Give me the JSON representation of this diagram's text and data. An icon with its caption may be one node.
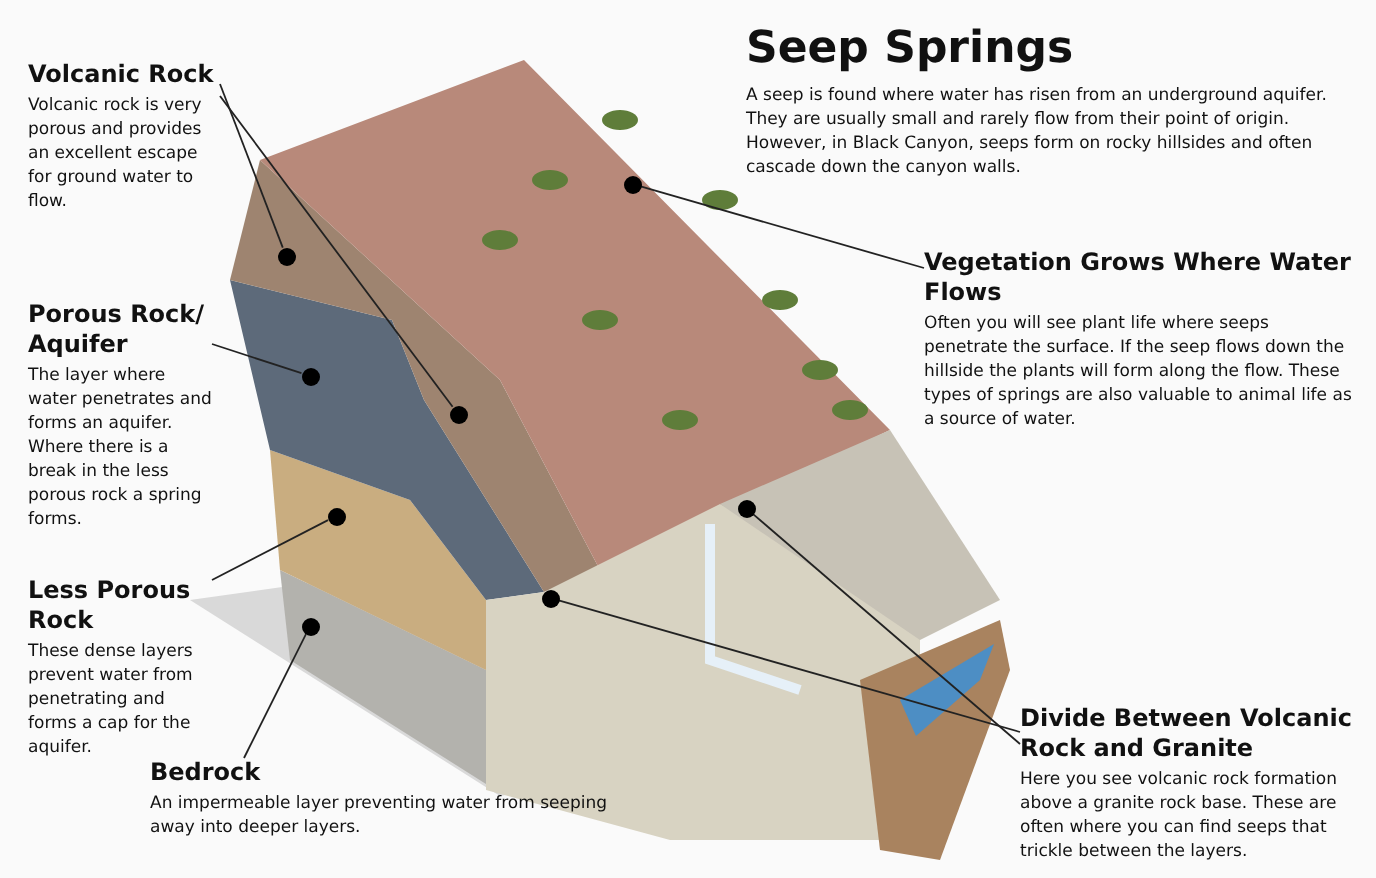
{
  "diagram": {
    "title": "Seep Springs",
    "nodes": [
      {
        "text": [
          "Volcanic Rock",
          "Volcanic rock is very porous and provides an excellent escape for ground water to flow."
        ]
      },
      {
        "text": [
          "Porous Rock/ Aquifer",
          "The layer where water penetrates and forms an aquifer. Where there is a break in the less porous rock a spring forms."
        ]
      },
      {
        "text": [
          "Less Porous Rock",
          "These dense layers prevent water from penetrating and forms a cap for the aquifer."
        ]
      },
      {
        "text": [
          "Bedrock",
          "An impermeable layer preventing water from seeping away into deeper layers."
        ]
      },
      {
        "text": [
          "Vegetation Grows Where Water Flows",
          "Often you will see plant life where seeps penetrate the surface. If the seep flows down the hillside the plants will form along the flow. These types of springs are also valuable to animal life as a source of water."
        ]
      },
      {
        "text": [
          "Divide Between Volcanic Rock and Granite",
          "Here you see volcanic rock formation above a granite rock base. These are often where you can find seeps that trickle between the layers."
        ]
      },
      {
        "text": [],
        "shape": "circle"
      },
      {
        "text": [],
        "shape": "circle"
      },
      {
        "text": [],
        "shape": "circle"
      },
      {
        "text": [],
        "shape": "circle"
      },
      {
        "text": [],
        "shape": "circle"
      },
      {
        "text": [],
        "shape": "circle"
      },
      {
        "text": [],
        "shape": "circle"
      },
      {
        "text": [],
        "shape": "circle"
      }
    ],
    "edges": [
      {
        "from": 0,
        "to": 6,
        "arrow": "none"
      },
      {
        "from": 0,
        "to": 7,
        "arrow": "none"
      },
      {
        "from": 1,
        "to": 8,
        "arrow": "none"
      },
      {
        "from": 2,
        "to": 9,
        "arrow": "none"
      },
      {
        "from": 3,
        "to": 10,
        "arrow": "none"
      },
      {
        "from": 4,
        "to": 11,
        "arrow": "none"
      },
      {
        "from": 5,
        "to": 12,
        "arrow": "none"
      },
      {
        "from": 5,
        "to": 13,
        "arrow": "none"
      }
    ],
    "labels": [
      "A seep is found where water has risen from an underground aquifer. They are usually small and rarely flow from their point of origin. However, in Black Canyon, seeps form on rocky hillsides and often cascade down the canyon walls."
    ]
  }
}
